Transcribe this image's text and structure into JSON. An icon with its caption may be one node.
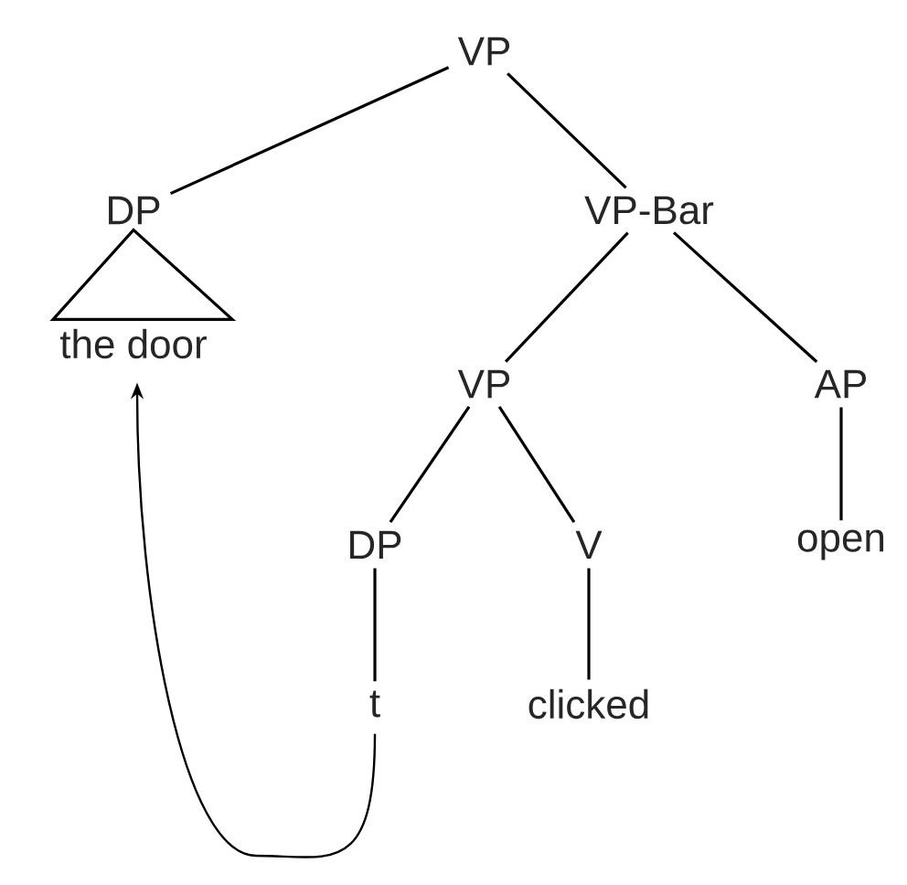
{
  "diagram": {
    "nodes": [
      {
        "text": [
          "VP"
        ]
      },
      {
        "text": [
          "DP"
        ]
      },
      {
        "text": [
          "VP-Bar"
        ]
      },
      {
        "text": [
          "the door"
        ]
      },
      {
        "text": [
          "VP"
        ]
      },
      {
        "text": [
          "AP"
        ]
      },
      {
        "text": [
          "DP"
        ]
      },
      {
        "text": [
          "V"
        ]
      },
      {
        "text": [
          "open"
        ]
      },
      {
        "text": [
          "t"
        ]
      },
      {
        "text": [
          "clicked"
        ]
      }
    ],
    "edges": [
      {
        "from": 0,
        "to": 1,
        "arrow": "none"
      },
      {
        "from": 0,
        "to": 2,
        "arrow": "none"
      },
      {
        "from": 1,
        "to": 3,
        "arrow": "none"
      },
      {
        "from": 2,
        "to": 4,
        "arrow": "none"
      },
      {
        "from": 2,
        "to": 5,
        "arrow": "none"
      },
      {
        "from": 4,
        "to": 6,
        "arrow": "none"
      },
      {
        "from": 4,
        "to": 7,
        "arrow": "none"
      },
      {
        "from": 5,
        "to": 8,
        "arrow": "none"
      },
      {
        "from": 6,
        "to": 9,
        "arrow": "none"
      },
      {
        "from": 7,
        "to": 10,
        "arrow": "none"
      },
      {
        "from": 9,
        "to": 3,
        "arrow": "to"
      }
    ]
  }
}
